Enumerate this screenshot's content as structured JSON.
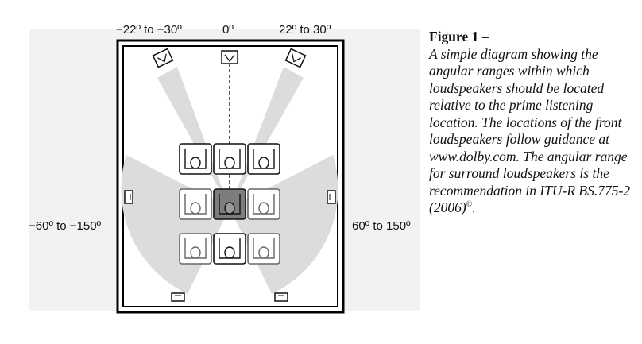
{
  "labels": {
    "front_left_range": "−22º to −30º",
    "front_center": "0º",
    "front_right_range": "22º to 30º",
    "surround_left_range": "−60º to −150º",
    "surround_right_range": "60º to 150º"
  },
  "caption": {
    "title": "Figure 1",
    "dash": " –",
    "text": "A simple diagram showing the angular ranges within which loudspeakers should be located relative to the prime listening location. The locations of the front loudspeakers follow guidance at www.dolby.com. The angular range for surround loudspeakers is the recommendation in ITU-R BS.775-2 (2006)",
    "superscript": "©",
    "end": "."
  },
  "colors": {
    "range_fill": "#dcdcdc",
    "prime_seat_fill": "#7d7d7d",
    "seat_stroke": "#111111",
    "room_outline": "#000000"
  },
  "seat_rows": [
    {
      "row": 1,
      "seats": [
        "normal",
        "normal",
        "normal"
      ]
    },
    {
      "row": 2,
      "seats": [
        "muted",
        "prime",
        "muted"
      ]
    },
    {
      "row": 3,
      "seats": [
        "muted",
        "normal",
        "muted"
      ]
    }
  ],
  "speakers": [
    "front-left-speaker",
    "front-center-speaker",
    "front-right-speaker",
    "side-left-speaker",
    "side-right-speaker",
    "rear-left-speaker",
    "rear-right-speaker"
  ]
}
